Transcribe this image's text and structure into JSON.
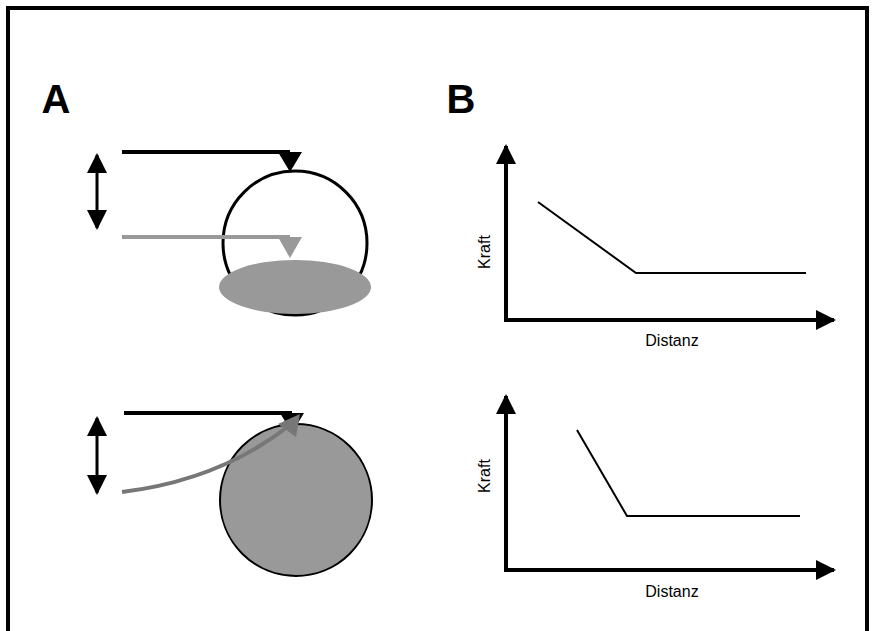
{
  "diagram": {
    "labels": [
      "A",
      "B",
      "Kraft",
      "Distanz",
      "Kraft",
      "Distanz"
    ]
  }
}
